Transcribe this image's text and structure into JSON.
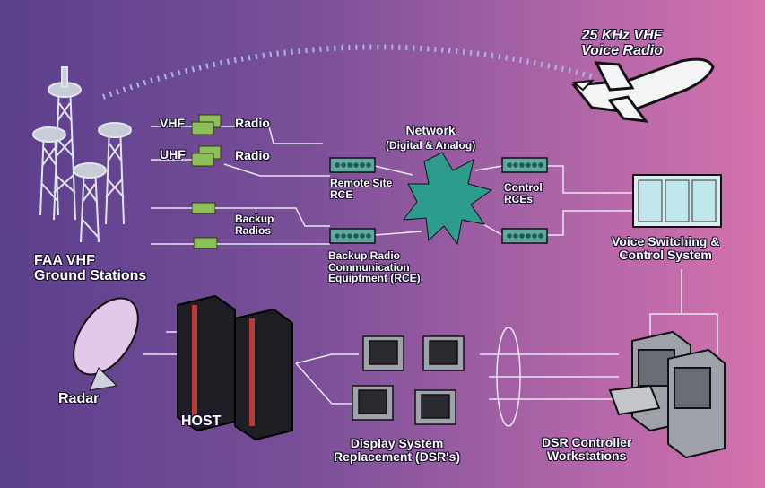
{
  "labels": {
    "aircraft": {
      "line1": "25 KHz VHF",
      "line2": "Voice Radio"
    },
    "vhf": "VHF",
    "uhf": "UHF",
    "radio1": "Radio",
    "radio2": "Radio",
    "backup": {
      "line1": "Backup",
      "line2": "Radios"
    },
    "network": {
      "line1": "Network",
      "line2": "(Digital & Analog)"
    },
    "remote_site": {
      "line1": "Remote Site",
      "line2": "RCE"
    },
    "control_rces": {
      "line1": "Control",
      "line2": "RCEs"
    },
    "backup_rce": {
      "line1": "Backup Radio",
      "line2": "Communication",
      "line3": "Equiptment (RCE)"
    },
    "ground": {
      "line1": "FAA VHF",
      "line2": "Ground Stations"
    },
    "vscs": {
      "line1": "Voice Switching &",
      "line2": "Control System"
    },
    "radar": "Radar",
    "host": "HOST",
    "dsr": {
      "line1": "Display System",
      "line2": "Replacement (DSR's)"
    },
    "workstations": {
      "line1": "DSR Controller",
      "line2": "Workstations"
    }
  },
  "colors": {
    "bg_left": "#5b3f8c",
    "bg_right": "#d572ad",
    "radio_box": "#8fbf5a",
    "rce_unit": "#5fa8a0",
    "network_star": "#2e9c8c",
    "vscs_panel": "#bfe6ea"
  },
  "icons": [
    "antenna-tower-icon",
    "airplane-icon",
    "radar-dish-icon",
    "host-computer-icon",
    "monitor-icon",
    "workstation-icon",
    "network-star-icon",
    "rce-unit-icon",
    "voice-switch-icon"
  ]
}
